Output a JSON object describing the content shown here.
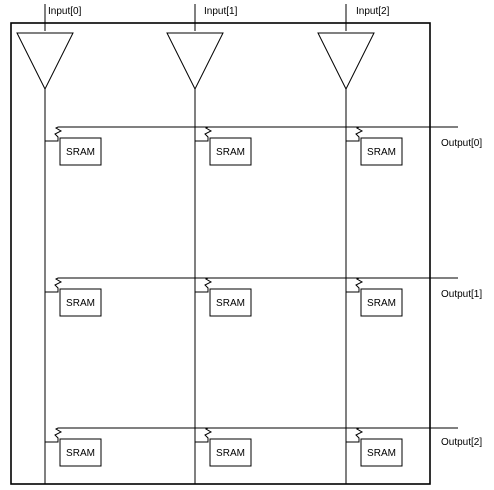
{
  "inputs": [
    "Input[0]",
    "Input[1]",
    "Input[2]"
  ],
  "outputs": [
    "Output[0]",
    "Output[1]",
    "Output[2]"
  ],
  "cell_label": "SRAM"
}
